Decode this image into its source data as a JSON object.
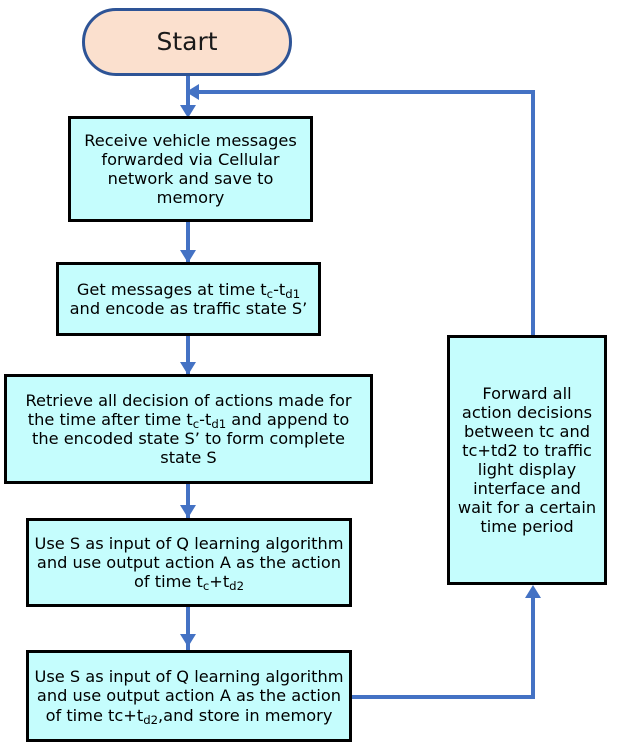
{
  "diagram": {
    "title": "Reinforcement learning traffic signal control flowchart",
    "colors": {
      "process_fill": "#C5FDFD",
      "process_border": "#000000",
      "terminator_fill": "#FBE0CE",
      "terminator_border": "#2E5496",
      "connector": "#4472C4",
      "background": "#FFFFFF"
    },
    "nodes": [
      {
        "id": "start",
        "shape": "terminator",
        "label": "Start"
      },
      {
        "id": "receive",
        "shape": "process",
        "label": "Receive vehicle messages forwarded via Cellular network and save to memory"
      },
      {
        "id": "get-messages",
        "shape": "process",
        "label_pre": "Get messages at time t",
        "sub1": "c",
        "label_mid": "-t",
        "sub2": "d1",
        "label_post": " and encode as traffic state S’"
      },
      {
        "id": "retrieve",
        "shape": "process",
        "label_pre": "Retrieve all decision of actions made for the time after time t",
        "sub1": "c",
        "label_mid": "-t",
        "sub2": "d1",
        "label_post": " and append to the encoded state S’ to form complete state S"
      },
      {
        "id": "q-learning-action",
        "shape": "process",
        "label_pre": "Use S as input of Q learning algorithm and use output action A as the action of time t",
        "sub1": "c",
        "label_mid": "+t",
        "sub2": "d2",
        "label_post": ""
      },
      {
        "id": "q-learning-store",
        "shape": "process",
        "label_pre": "Use S as input of Q learning algorithm and use output action A as the action of time tc+t",
        "sub1": "",
        "label_mid": "",
        "sub2": "d2",
        "label_post": ",and store in memory"
      },
      {
        "id": "forward",
        "shape": "process",
        "label": "Forward all action decisions between tc and tc+td2 to traffic light display interface and wait for a certain time period"
      }
    ],
    "connectors": [
      {
        "id": "start-to-receive",
        "from": "start",
        "to": "receive",
        "direction": "down"
      },
      {
        "id": "receive-to-get",
        "from": "receive",
        "to": "get-messages",
        "direction": "down"
      },
      {
        "id": "get-to-retrieve",
        "from": "get-messages",
        "to": "retrieve",
        "direction": "down"
      },
      {
        "id": "retrieve-to-q1",
        "from": "retrieve",
        "to": "q-learning-action",
        "direction": "down"
      },
      {
        "id": "q1-to-q2",
        "from": "q-learning-action",
        "to": "q-learning-store",
        "direction": "down"
      },
      {
        "id": "q2-to-forward",
        "from": "q-learning-store",
        "to": "forward",
        "direction": "up"
      },
      {
        "id": "forward-to-receive-loop",
        "from": "forward",
        "to": "receive",
        "direction": "left"
      }
    ]
  }
}
